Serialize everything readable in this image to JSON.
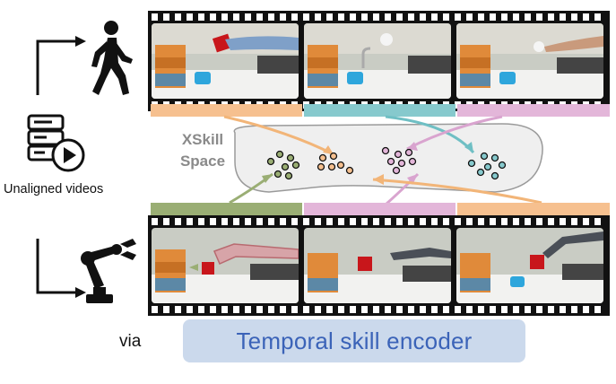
{
  "labels": {
    "source_caption": "Unaligned videos",
    "space_line1": "XSkill",
    "space_line2": "Space",
    "via": "via",
    "encoder": "Temporal skill encoder"
  },
  "colors": {
    "orange": "#f6c08f",
    "teal": "#86c9cd",
    "pink": "#e3b6d9",
    "green": "#9aae74",
    "encoder_bg": "#cbd9ec",
    "encoder_text": "#3b63b8"
  },
  "icons": {
    "human": "walking-person-icon",
    "robot": "robot-arm-icon",
    "videos": "video-database-icon"
  },
  "top_strip": {
    "segment_colors": [
      "orange",
      "teal",
      "pink"
    ]
  },
  "bottom_strip": {
    "segment_colors": [
      "green",
      "pink",
      "orange"
    ]
  }
}
